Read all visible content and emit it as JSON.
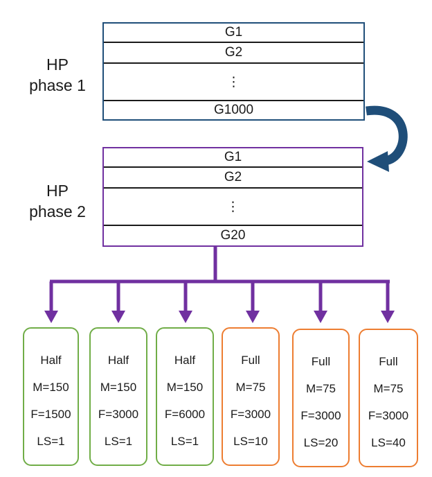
{
  "phase1": {
    "label_line1": "HP",
    "label_line2": "phase 1",
    "rows": [
      "G1",
      "G2",
      "⋮",
      "G1000"
    ]
  },
  "phase2": {
    "label_line1": "HP",
    "label_line2": "phase 2",
    "rows": [
      "G1",
      "G2",
      "⋮",
      "G20"
    ]
  },
  "configs": [
    {
      "mode": "Half",
      "m": "M=150",
      "f": "F=1500",
      "ls": "LS=1"
    },
    {
      "mode": "Half",
      "m": "M=150",
      "f": "F=3000",
      "ls": "LS=1"
    },
    {
      "mode": "Half",
      "m": "M=150",
      "f": "F=6000",
      "ls": "LS=1"
    },
    {
      "mode": "Full",
      "m": "M=75",
      "f": "F=3000",
      "ls": "LS=10"
    },
    {
      "mode": "Full",
      "m": "M=75",
      "f": "F=3000",
      "ls": "LS=20"
    },
    {
      "mode": "Full",
      "m": "M=75",
      "f": "F=3000",
      "ls": "LS=40"
    }
  ],
  "colors": {
    "phase1_border": "#1f4e79",
    "phase2_border": "#7030a0",
    "half_border": "#70ad47",
    "full_border": "#ed7d31",
    "connector_arrow": "#1f4e79",
    "tree_arrows": "#7030a0"
  }
}
